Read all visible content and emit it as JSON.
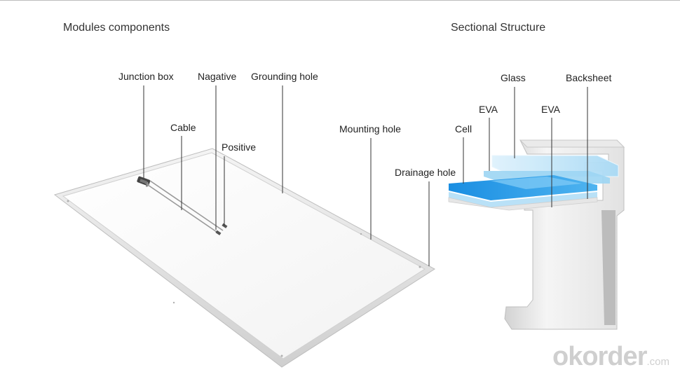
{
  "headings": {
    "left": "Modules components",
    "right": "Sectional Structure"
  },
  "module_labels": {
    "junction_box": "Junction box",
    "negative": "Nagative",
    "grounding_hole": "Grounding hole",
    "cable": "Cable",
    "positive": "Positive",
    "mounting_hole": "Mounting hole",
    "drainage_hole": "Drainage hole"
  },
  "section_labels": {
    "glass": "Glass",
    "backsheet": "Backsheet",
    "eva_top": "EVA",
    "eva_bottom": "EVA",
    "cell": "Cell"
  },
  "watermark": {
    "brand": "okorder",
    "suffix": ".com"
  },
  "colors": {
    "frame": "#d9d9d9",
    "panel": "#fafafa",
    "glass": "#bfe3f7",
    "eva": "#8fd0f2",
    "cell": "#1b8fe0",
    "backsheet": "#e8e8e8"
  }
}
